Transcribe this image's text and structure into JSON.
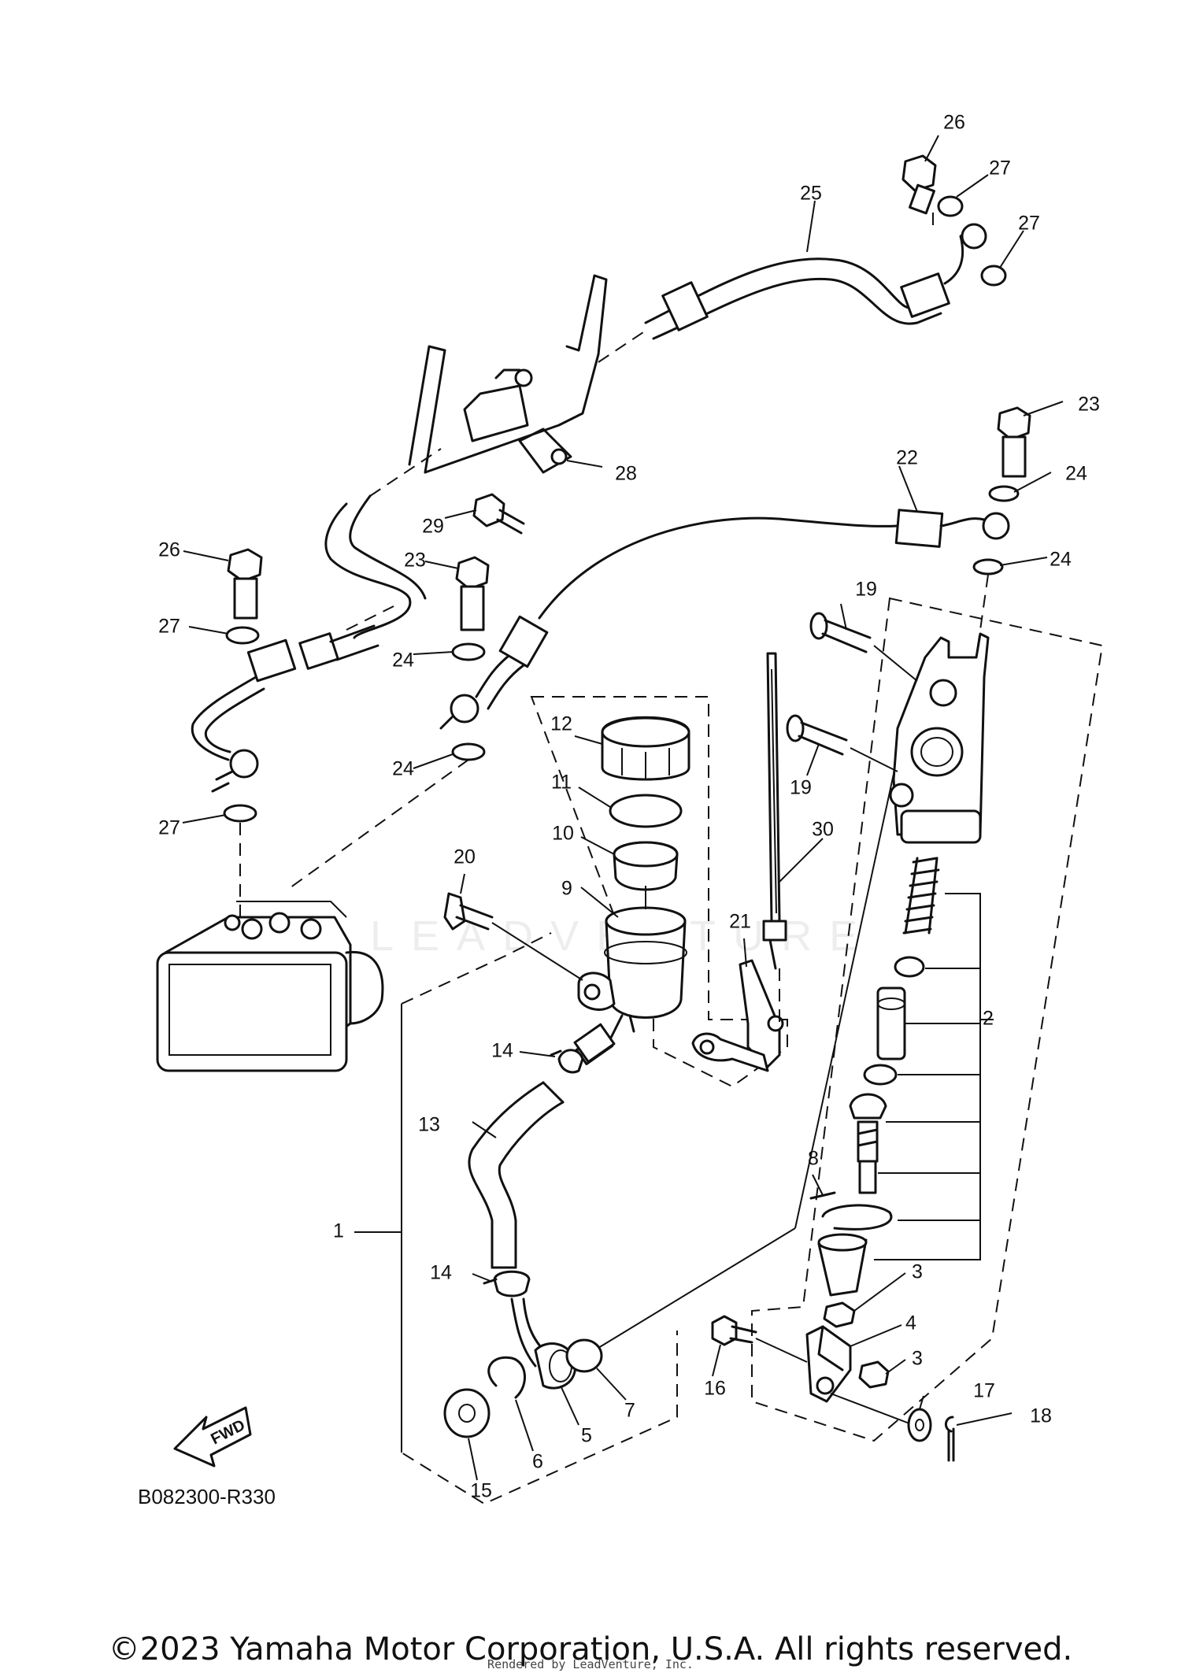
{
  "diagram": {
    "code": "B082300-R330",
    "fwd_label": "FWD",
    "watermark": "LEADVENTURE",
    "callouts": [
      {
        "id": "c1",
        "text": "1"
      },
      {
        "id": "c2",
        "text": "2"
      },
      {
        "id": "c3a",
        "text": "3"
      },
      {
        "id": "c3b",
        "text": "3"
      },
      {
        "id": "c4",
        "text": "4"
      },
      {
        "id": "c5",
        "text": "5"
      },
      {
        "id": "c6",
        "text": "6"
      },
      {
        "id": "c7",
        "text": "7"
      },
      {
        "id": "c8",
        "text": "8"
      },
      {
        "id": "c9",
        "text": "9"
      },
      {
        "id": "c10",
        "text": "10"
      },
      {
        "id": "c11",
        "text": "11"
      },
      {
        "id": "c12",
        "text": "12"
      },
      {
        "id": "c13",
        "text": "13"
      },
      {
        "id": "c14a",
        "text": "14"
      },
      {
        "id": "c14b",
        "text": "14"
      },
      {
        "id": "c15",
        "text": "15"
      },
      {
        "id": "c16",
        "text": "16"
      },
      {
        "id": "c17",
        "text": "17"
      },
      {
        "id": "c18",
        "text": "18"
      },
      {
        "id": "c19a",
        "text": "19"
      },
      {
        "id": "c19b",
        "text": "19"
      },
      {
        "id": "c20",
        "text": "20"
      },
      {
        "id": "c21",
        "text": "21"
      },
      {
        "id": "c22",
        "text": "22"
      },
      {
        "id": "c23a",
        "text": "23"
      },
      {
        "id": "c23b",
        "text": "23"
      },
      {
        "id": "c24a",
        "text": "24"
      },
      {
        "id": "c24b",
        "text": "24"
      },
      {
        "id": "c24c",
        "text": "24"
      },
      {
        "id": "c24d",
        "text": "24"
      },
      {
        "id": "c25",
        "text": "25"
      },
      {
        "id": "c26a",
        "text": "26"
      },
      {
        "id": "c26b",
        "text": "26"
      },
      {
        "id": "c27a",
        "text": "27"
      },
      {
        "id": "c27b",
        "text": "27"
      },
      {
        "id": "c27c",
        "text": "27"
      },
      {
        "id": "c27d",
        "text": "27"
      },
      {
        "id": "c28",
        "text": "28"
      },
      {
        "id": "c29",
        "text": "29"
      },
      {
        "id": "c30",
        "text": "30"
      }
    ]
  },
  "footer": {
    "copyright": "©2023 Yamaha Motor Corporation, U.S.A. All rights reserved.",
    "rendered_by": "Rendered by LeadVenture, Inc."
  }
}
